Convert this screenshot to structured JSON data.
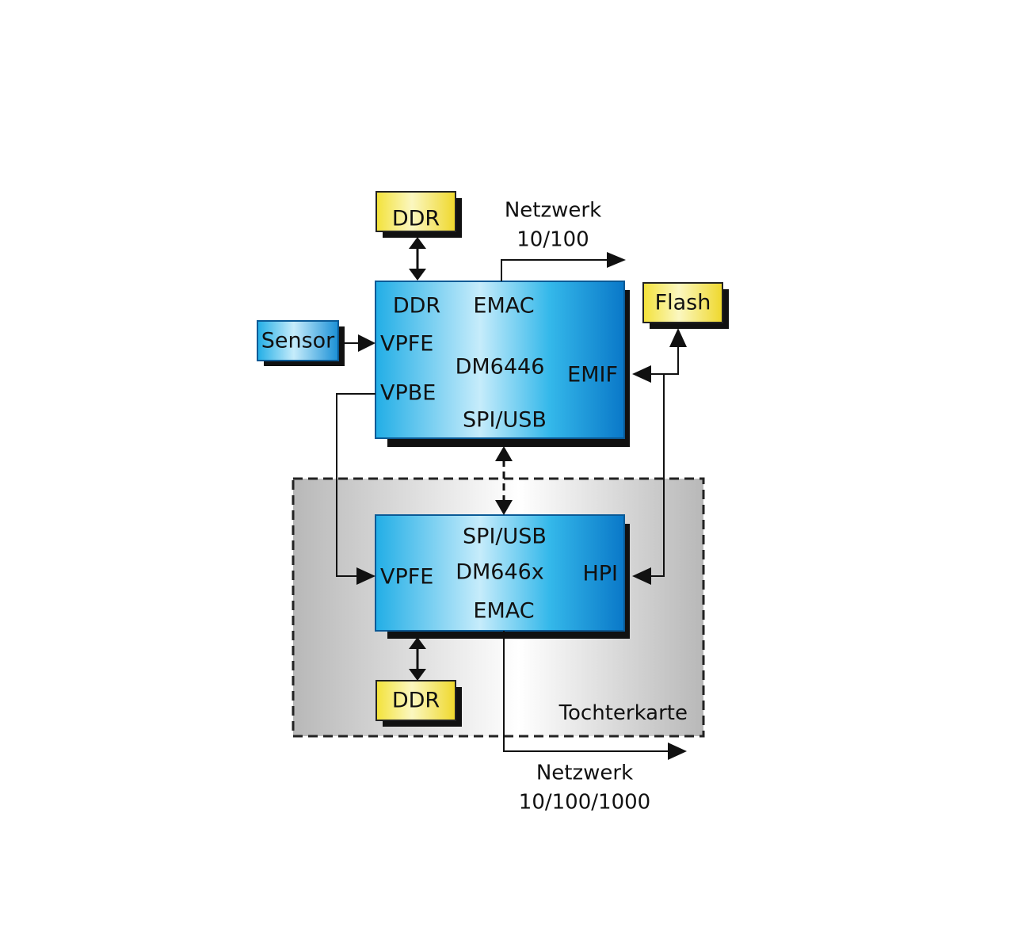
{
  "diagram": {
    "top_chip": {
      "name": "DM6446",
      "ports": {
        "ddr": "DDR",
        "emac": "EMAC",
        "vpfe": "VPFE",
        "vpbe": "VPBE",
        "emif": "EMIF",
        "spi_usb": "SPI/USB"
      }
    },
    "bottom_chip": {
      "name": "DM646x",
      "ports": {
        "spi_usb": "SPI/USB",
        "vpfe": "VPFE",
        "hpi": "HPI",
        "emac": "EMAC"
      }
    },
    "memory_top": "DDR",
    "memory_bottom": "DDR",
    "flash": "Flash",
    "sensor": "Sensor",
    "network_top": {
      "line1": "Netzwerk",
      "line2": "10/100"
    },
    "network_bottom": {
      "line1": "Netzwerk",
      "line2": "10/100/1000"
    },
    "daughter_card": "Tochterkarte",
    "colors": {
      "chip_fill": "#22aee6",
      "chip_highlight": "#bfe9fa",
      "chip_edge": "#0a78c8",
      "memory_fill": "#f5e63a",
      "memory_highlight": "#fbf6b8",
      "shadow": "#111111",
      "card_gray": "#bdbdbd"
    }
  }
}
